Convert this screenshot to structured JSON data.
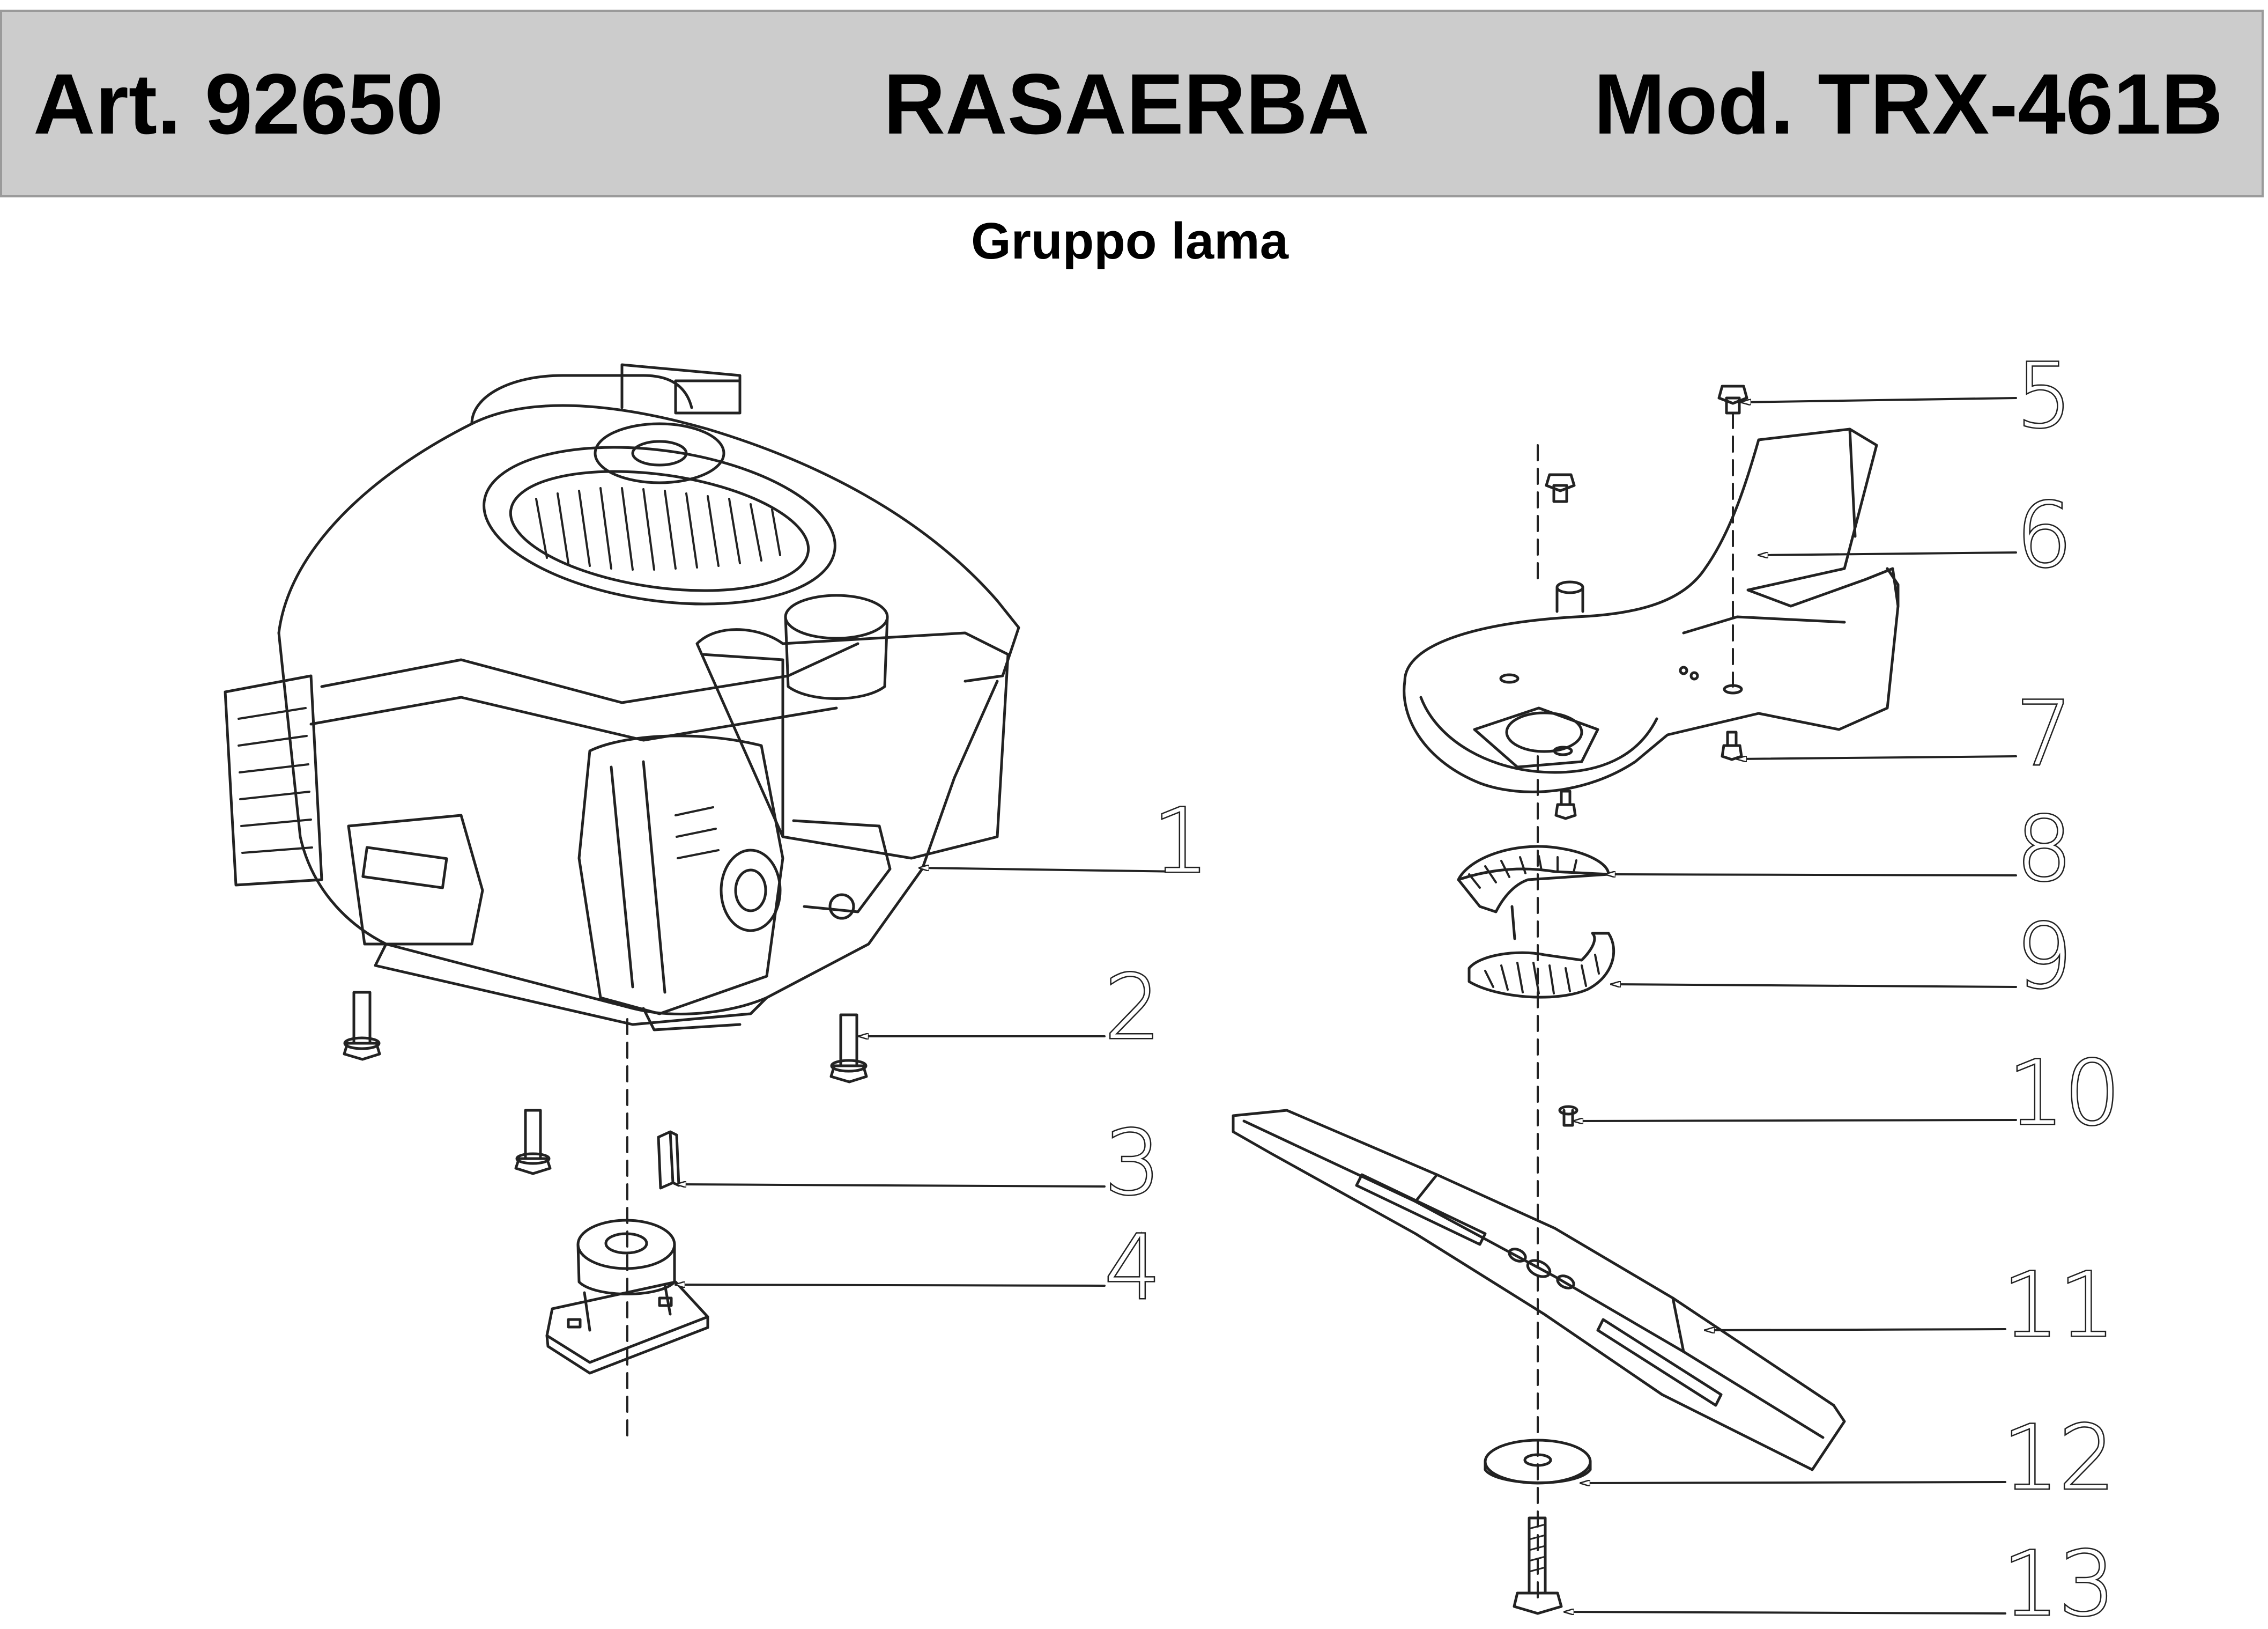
{
  "header": {
    "article": "Art. 92650",
    "product": "RASAERBA",
    "model": "Mod. TRX-461B"
  },
  "subtitle": "Gruppo lama",
  "parts": [
    {
      "number": "1",
      "name": "engine-unit"
    },
    {
      "number": "2",
      "name": "engine-mount-bolt"
    },
    {
      "number": "3",
      "name": "shaft-key"
    },
    {
      "number": "4",
      "name": "blade-adapter"
    },
    {
      "number": "5",
      "name": "deflector-screw"
    },
    {
      "number": "6",
      "name": "deflector-plate"
    },
    {
      "number": "7",
      "name": "deflector-bottom-screw"
    },
    {
      "number": "8",
      "name": "upper-fan-disc"
    },
    {
      "number": "9",
      "name": "lower-fan-disc"
    },
    {
      "number": "10",
      "name": "disc-screw"
    },
    {
      "number": "11",
      "name": "cutting-blade"
    },
    {
      "number": "12",
      "name": "blade-washer"
    },
    {
      "number": "13",
      "name": "blade-bolt"
    }
  ],
  "icons": {
    "engine": "engine-illustration",
    "bolt": "hex-bolt-icon",
    "key": "shaft-key-icon",
    "adapter": "blade-adapter-icon",
    "deflector": "deflector-icon",
    "disc": "fan-disc-icon",
    "blade": "blade-icon",
    "washer": "washer-icon"
  },
  "colors": {
    "header_bg": "#cccccc",
    "header_border": "#9a9a9a",
    "line": "#222222"
  }
}
